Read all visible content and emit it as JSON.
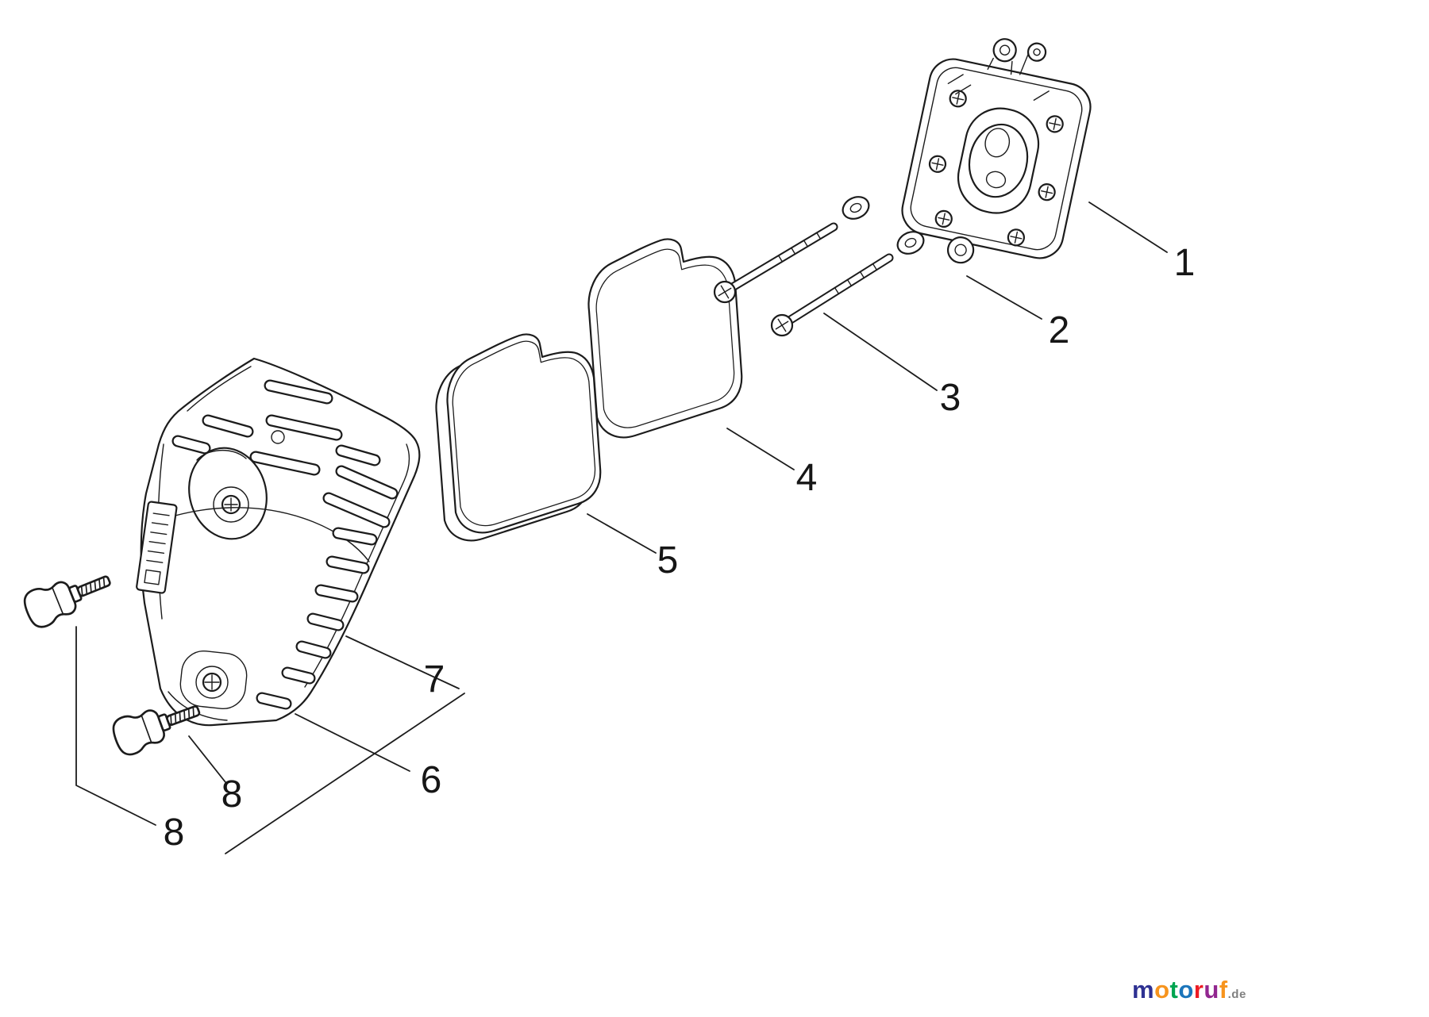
{
  "canvas": {
    "background": "#ffffff",
    "ink": "#1c1c1c"
  },
  "diagram": {
    "type": "exploded-parts-diagram",
    "callouts": [
      {
        "text": "1"
      },
      {
        "text": "2"
      },
      {
        "text": "3"
      },
      {
        "text": "4"
      },
      {
        "text": "5"
      },
      {
        "text": "7"
      },
      {
        "text": "6"
      },
      {
        "text": "8"
      },
      {
        "text": "8"
      }
    ]
  },
  "watermark": {
    "letters": [
      {
        "char": "m",
        "color": "#2e3192"
      },
      {
        "char": "o",
        "color": "#f7941d"
      },
      {
        "char": "t",
        "color": "#00a551"
      },
      {
        "char": "o",
        "color": "#1b75bb"
      },
      {
        "char": "r",
        "color": "#ed1c24"
      },
      {
        "char": "u",
        "color": "#92278f"
      },
      {
        "char": "f",
        "color": "#f7941d"
      }
    ],
    "suffix": {
      "text": ".de",
      "color": "#808080"
    }
  }
}
